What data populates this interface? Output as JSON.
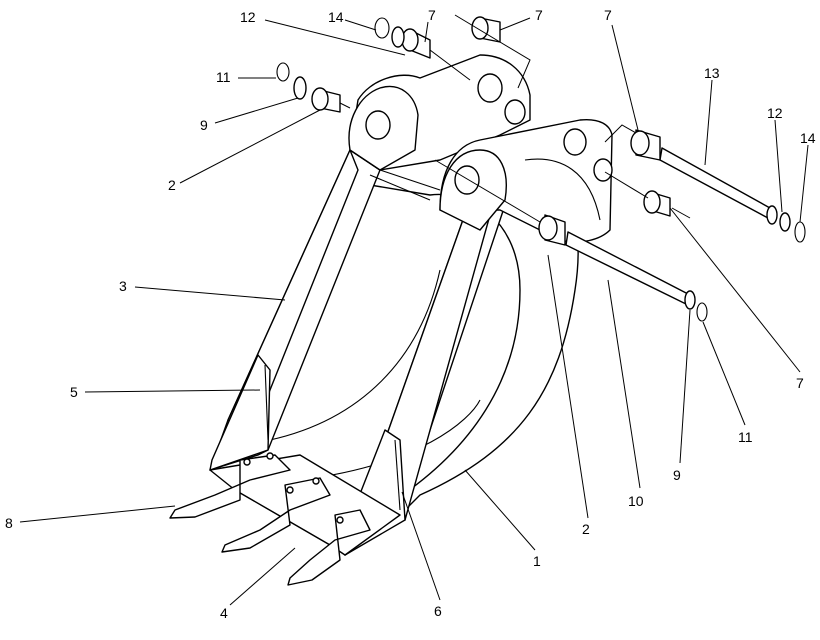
{
  "callouts": [
    {
      "id": "c1",
      "text": "1"
    },
    {
      "id": "c2a",
      "text": "2"
    },
    {
      "id": "c2b",
      "text": "2"
    },
    {
      "id": "c3",
      "text": "3"
    },
    {
      "id": "c4",
      "text": "4"
    },
    {
      "id": "c5",
      "text": "5"
    },
    {
      "id": "c6",
      "text": "6"
    },
    {
      "id": "c7a",
      "text": "7"
    },
    {
      "id": "c7b",
      "text": "7"
    },
    {
      "id": "c7c",
      "text": "7"
    },
    {
      "id": "c7d",
      "text": "7"
    },
    {
      "id": "c8",
      "text": "8"
    },
    {
      "id": "c9a",
      "text": "9"
    },
    {
      "id": "c9b",
      "text": "9"
    },
    {
      "id": "c10",
      "text": "10"
    },
    {
      "id": "c11a",
      "text": "11"
    },
    {
      "id": "c11b",
      "text": "11"
    },
    {
      "id": "c12a",
      "text": "12"
    },
    {
      "id": "c12b",
      "text": "12"
    },
    {
      "id": "c13",
      "text": "13"
    },
    {
      "id": "c14a",
      "text": "14"
    },
    {
      "id": "c14b",
      "text": "14"
    }
  ]
}
